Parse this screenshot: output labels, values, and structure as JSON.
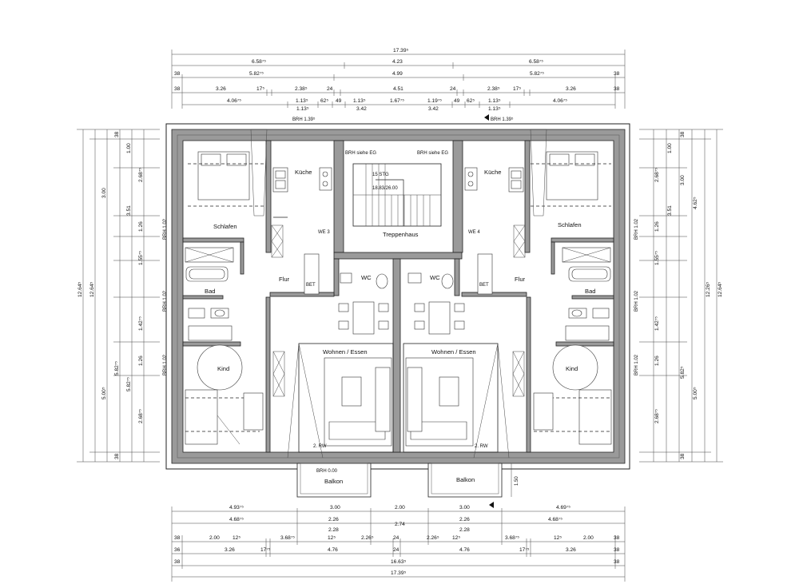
{
  "plan": {
    "rooms": {
      "kueche": "Küche",
      "schlafen": "Schlafen",
      "treppenhaus": "Treppenhaus",
      "flur": "Flur",
      "wc": "WC",
      "bad": "Bad",
      "wohnen": "Wohnen / Essen",
      "kind": "Kind",
      "balkon": "Balkon",
      "we3": "WE 3",
      "we4": "WE 4"
    },
    "annotations": {
      "brh_left_top": "BRH 1.39⁵",
      "brh_right_top": "BRH 1.39⁵",
      "brh_siehe_eg_left": "BRH siehe EG",
      "brh_siehe_eg_right": "BRH siehe EG",
      "stg": "15 STG",
      "stg_ratio": "18.83/26.00",
      "brh_wall": "BRH 1.02",
      "rw": "2. RW",
      "brh_balkon": "BRH 0.00",
      "bet": "BET",
      "balkon_depth": "1.50"
    },
    "dims_top": {
      "row1": [
        "17.39⁵"
      ],
      "row2": [
        "6.58⁷⁵",
        "4.23",
        "6.58⁷⁵"
      ],
      "row3": [
        "38",
        "5.82⁷⁵",
        "4.99",
        "5.82⁷⁵",
        "38"
      ],
      "row4": [
        "38",
        "3.26",
        "17⁵",
        "2.38⁵",
        "24",
        "4.51",
        "24",
        "2.38⁵",
        "17⁵",
        "3.26",
        "38"
      ],
      "row5": [
        "1.13⁵",
        "62⁵",
        "49",
        "1.13⁵",
        "1.67⁷⁵",
        "1.19⁷⁵",
        "49",
        "62⁵",
        "1.13⁵"
      ],
      "row6": [
        "4.06⁷⁵",
        "1.13⁵",
        "3.42",
        "3.42",
        "1.13⁵",
        "4.06⁷⁵"
      ]
    },
    "dims_bottom": {
      "row1": [
        "4.93⁷⁵",
        "3.00",
        "2.00",
        "3.00",
        "4.69⁷⁵"
      ],
      "row2": [
        "4.68⁷⁵",
        "2.26",
        "2.74",
        "2.26",
        "4.68⁷⁵"
      ],
      "row2b": [
        "2.28",
        "2.28"
      ],
      "row3": [
        "38",
        "2.00",
        "12⁵",
        "3.68⁷⁵",
        "12⁵",
        "2.26⁵",
        "24",
        "2.26⁵",
        "12⁵",
        "3.68⁷⁵",
        "12⁵",
        "2.00",
        "38"
      ],
      "row4": [
        "36",
        "3.26",
        "17⁷⁵",
        "4.76",
        "24",
        "4.76",
        "17⁷⁵",
        "3.26",
        "38"
      ],
      "row5": [
        "38",
        "16.63⁵",
        "38"
      ],
      "row6": [
        "17.39⁵"
      ]
    },
    "dims_left": [
      "12.64⁵",
      "12.64⁵",
      "5.00⁵",
      "3.00",
      "5.82⁷⁵",
      "2.68⁷⁵",
      "3.51",
      "1.26",
      "1.55⁷⁵",
      "1.42⁷⁵",
      "1.26",
      "1.00",
      "38",
      "38"
    ],
    "dims_right": [
      "12.64⁵",
      "12.26⁵",
      "4.62⁵",
      "3.00",
      "5.00⁵",
      "2.68⁷⁵",
      "5.82⁵",
      "3.51",
      "1.26",
      "1.55⁷⁵",
      "1.42⁷⁵",
      "1.26",
      "1.00",
      "38",
      "38"
    ]
  }
}
